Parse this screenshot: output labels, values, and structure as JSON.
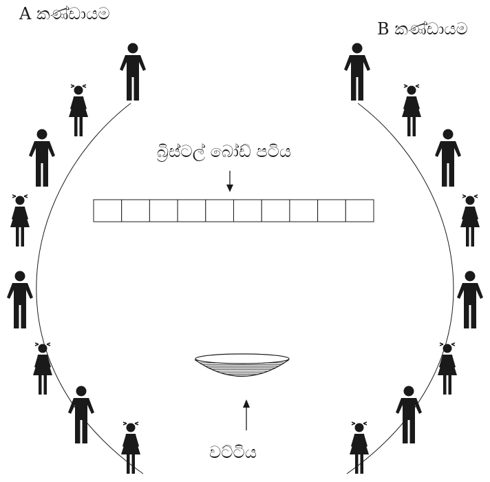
{
  "team_a_label": "A කණ්ඩායම",
  "team_b_label": "B කණ්ඩායම",
  "board_label": "බ්‍රිස්ටල් බෝඩ් පටිය",
  "basin_label": "වට්ටිය",
  "board_cell_count": 10,
  "team_a_members": [
    "boy",
    "girl",
    "boy",
    "girl",
    "boy",
    "girl",
    "boy",
    "girl"
  ],
  "team_b_members": [
    "boy",
    "girl",
    "boy",
    "girl",
    "boy",
    "girl",
    "boy",
    "girl"
  ]
}
